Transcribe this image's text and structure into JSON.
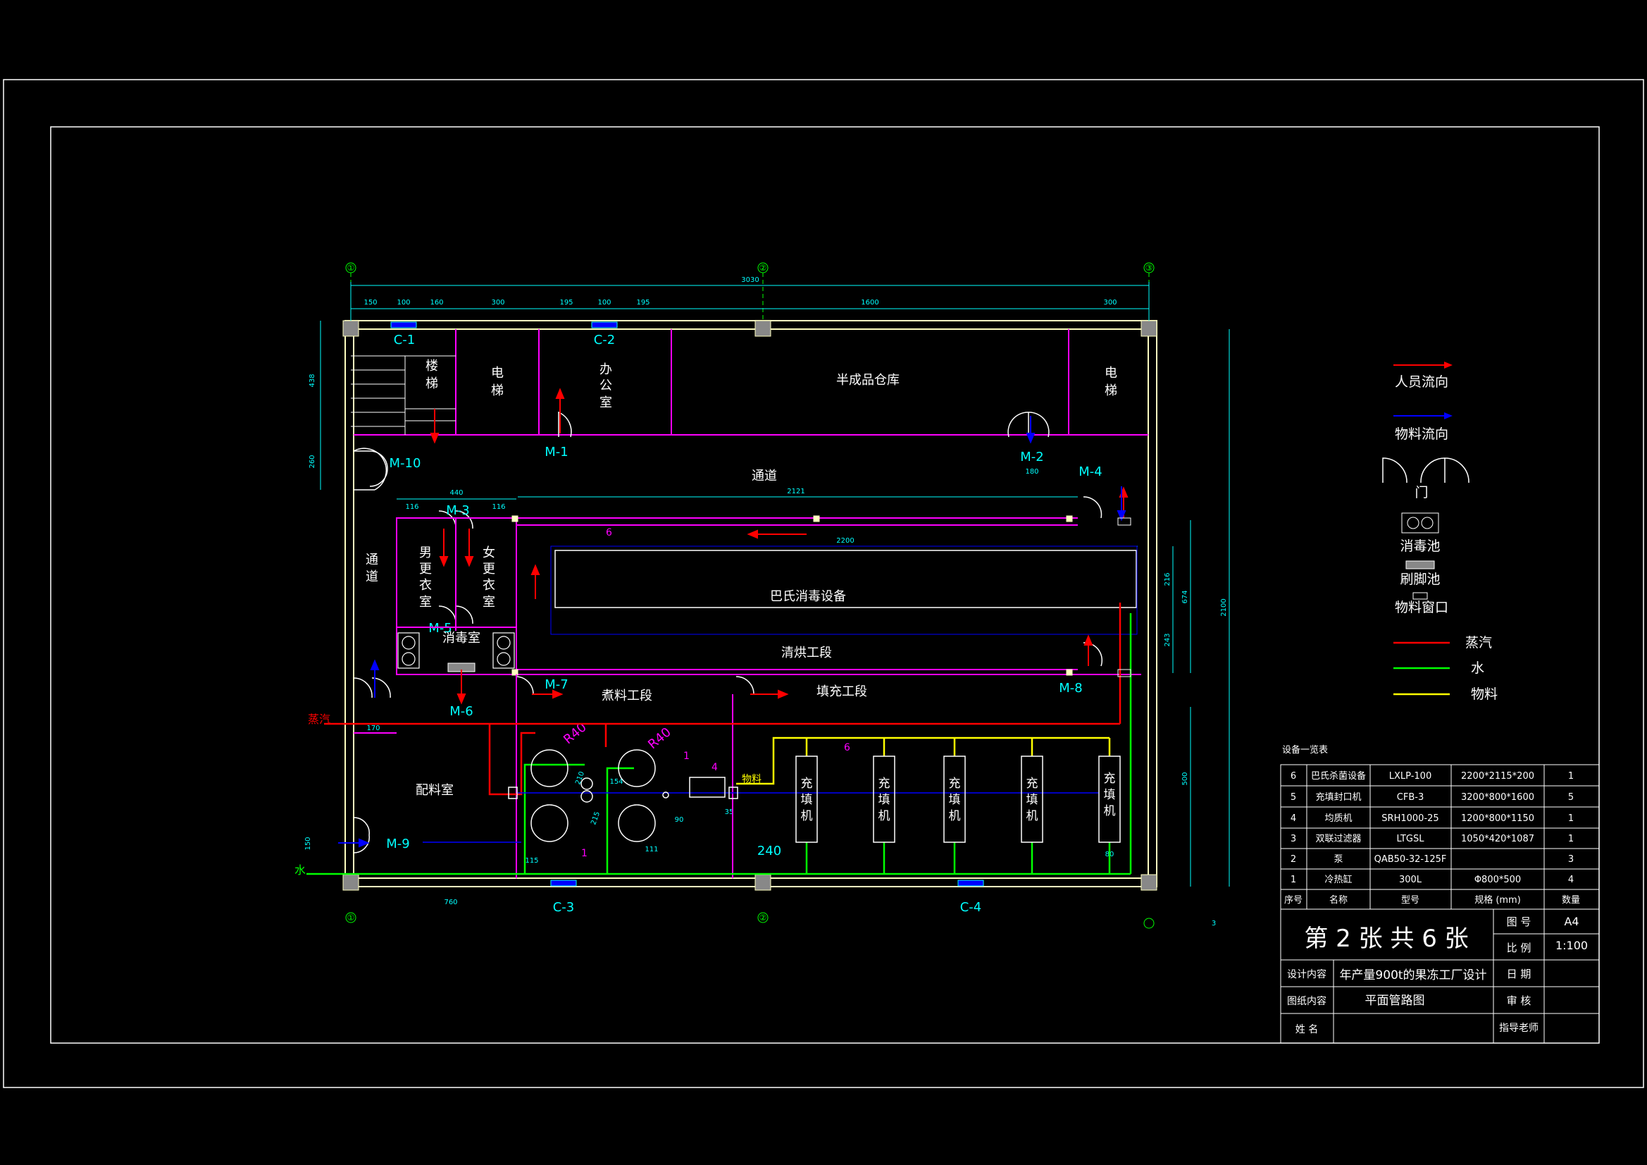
{
  "grid_markers": {
    "left": "①",
    "middle": "②",
    "right": "③"
  },
  "dimensions": {
    "overall_width": "3030",
    "top_segments": [
      "150",
      "100",
      "160",
      "300",
      "195",
      "100",
      "195",
      "1600",
      "300"
    ],
    "left_vertical": [
      "438",
      "260"
    ],
    "room_440": "440",
    "room_116a": "116",
    "room_116b": "116",
    "corridor_2121": "2121",
    "equipment_2200": "2200",
    "right_216": "216",
    "right_674": "674",
    "right_243": "243",
    "overall_height": "2100",
    "dim_180": "180",
    "dim_170": "170",
    "dim_150": "150",
    "dim_760": "760",
    "dim_500": "500",
    "dim_115": "115",
    "dim_90": "90",
    "dim_111": "111",
    "dim_35": "35",
    "dim_154": "154",
    "dim_80": "80",
    "dim_240": "240",
    "dim_210": "210",
    "dim_215": "215",
    "dim_r40a": "R40",
    "dim_r40b": "R40",
    "sheet_tag": "3"
  },
  "windows": {
    "c1": "C-1",
    "c2": "C-2",
    "c3": "C-3",
    "c4": "C-4"
  },
  "doors": {
    "m1": "M-1",
    "m2": "M-2",
    "m3": "M-3",
    "m4": "M-4",
    "m5": "M-5",
    "m6": "M-6",
    "m7": "M-7",
    "m8": "M-8",
    "m9": "M-9",
    "m10": "M-10"
  },
  "rooms": {
    "stairs": [
      "楼",
      "梯"
    ],
    "elevator_left": [
      "电",
      "梯"
    ],
    "office": [
      "办",
      "公",
      "室"
    ],
    "warehouse": "半成品仓库",
    "elevator_right": [
      "电",
      "梯"
    ],
    "corridor_top": "通道",
    "corridor_left": [
      "通",
      "道"
    ],
    "men_locker": [
      "男",
      "更",
      "衣",
      "室"
    ],
    "women_locker": [
      "女",
      "更",
      "衣",
      "室"
    ],
    "disinfection_room": "消毒室",
    "pasteurizer": "巴氏消毒设备",
    "drying": "清烘工段",
    "cooking": "煮料工段",
    "filling": "填充工段",
    "batching": "配料室",
    "filler_label": [
      "充",
      "填",
      "机"
    ]
  },
  "pipe_labels": {
    "steam": "蒸汽",
    "water": "水",
    "material": "物料"
  },
  "callouts": {
    "c6a": "6",
    "c6b": "6",
    "c1": "1",
    "c1b": "1",
    "c4": "4"
  },
  "legend": {
    "personnel": "人员流向",
    "material_flow": "物料流向",
    "door": "门",
    "disinfect_pool": "消毒池",
    "foot_pool": "刷脚池",
    "material_window": "物料窗口",
    "steam": "蒸汽",
    "water": "水",
    "material": "物料"
  },
  "equipment_table": {
    "title": "设备一览表",
    "header": [
      "序号",
      "名称",
      "型号",
      "规格 (mm)",
      "数量"
    ],
    "rows": [
      [
        "6",
        "巴氏杀菌设备",
        "LXLP-100",
        "2200*2115*200",
        "1"
      ],
      [
        "5",
        "充填封口机",
        "CFB-3",
        "3200*800*1600",
        "5"
      ],
      [
        "4",
        "均质机",
        "SRH1000-25",
        "1200*800*1150",
        "1"
      ],
      [
        "3",
        "双联过滤器",
        "LTGSL",
        "1050*420*1087",
        "1"
      ],
      [
        "2",
        "泵",
        "QAB50-32-125F",
        "",
        "3"
      ],
      [
        "1",
        "冷热缸",
        "300L",
        "Φ800*500",
        "4"
      ]
    ]
  },
  "title_block": {
    "sheet": "第 2 张 共 6 张",
    "drawing_no_label": "图 号",
    "drawing_no": "A4",
    "scale_label": "比 例",
    "scale": "1:100",
    "design_label": "设计内容",
    "design": "年产量900t的果冻工厂设计",
    "date_label": "日 期",
    "content_label": "图纸内容",
    "content": "平面管路图",
    "review_label": "审 核",
    "name_label": "姓 名",
    "advisor_label": "指导老师"
  },
  "colors": {
    "wall": "#ffffc0",
    "partition": "#ff00ff",
    "dim": "#00ffff",
    "steam": "#ff0000",
    "water": "#00ff00",
    "material": "#ffff00",
    "personnel": "#ff0000",
    "material_flow": "#0000ff"
  }
}
